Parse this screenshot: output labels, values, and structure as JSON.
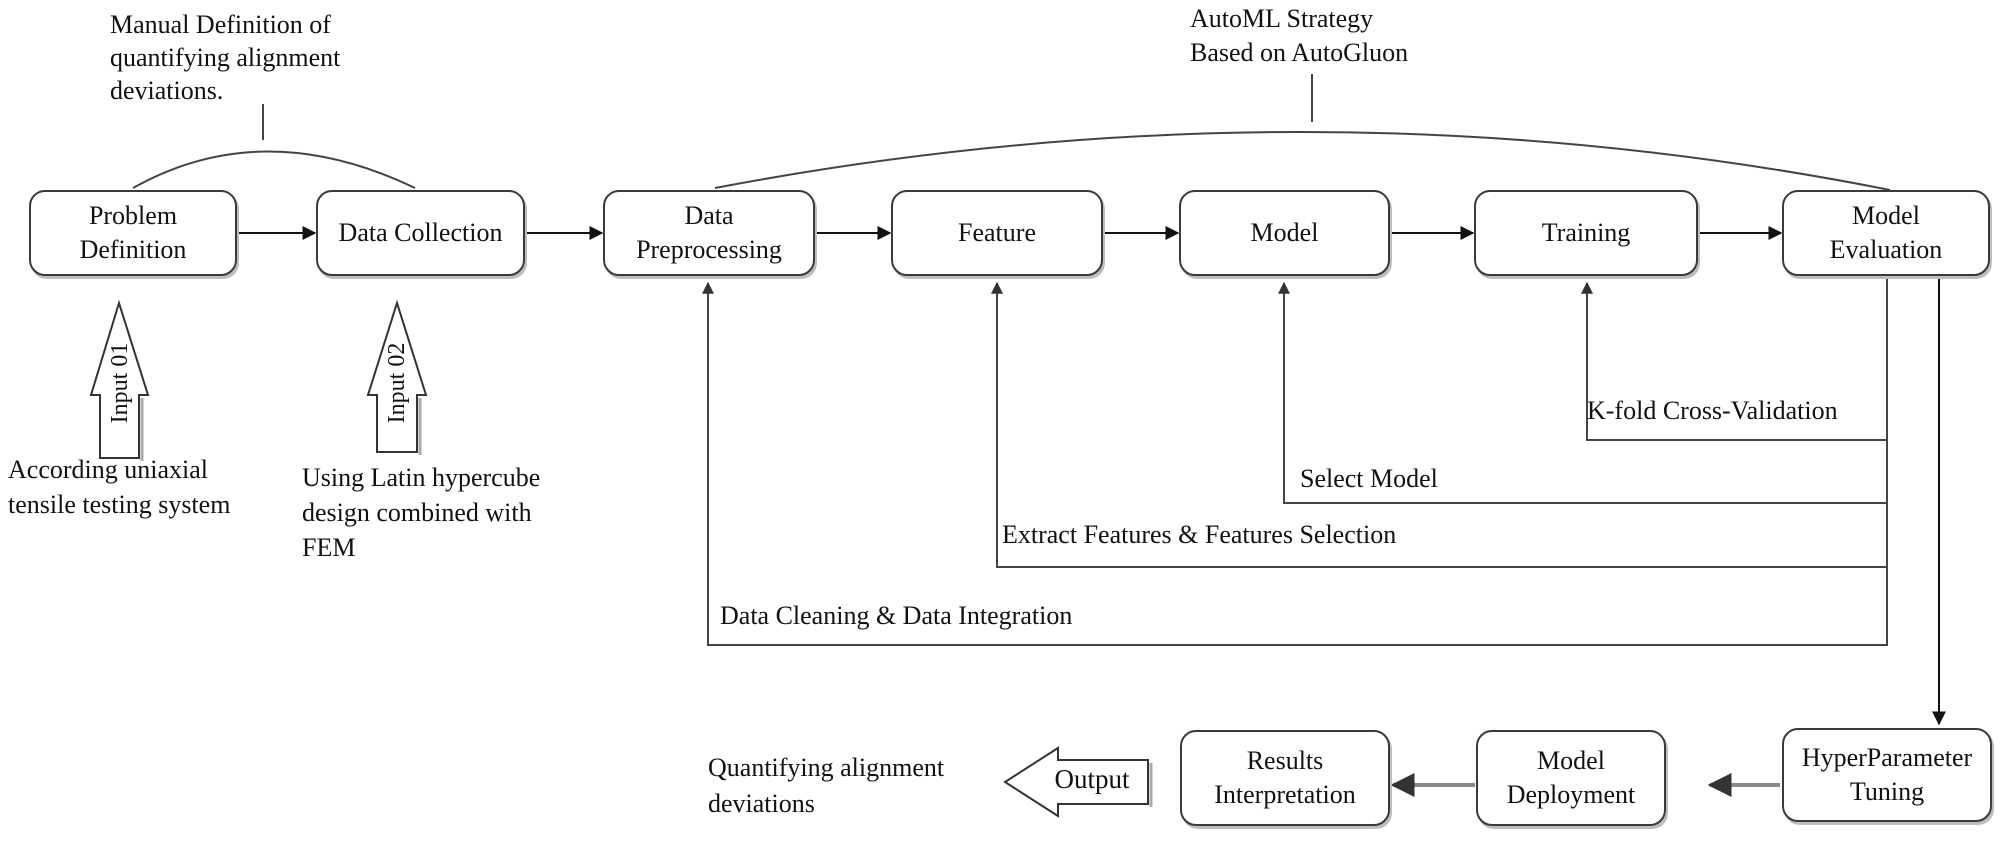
{
  "boxes": {
    "problem_definition": "Problem Definition",
    "data_collection": "Data Collection",
    "data_preprocessing": "Data Preprocessing",
    "feature": "Feature",
    "model": "Model",
    "training": "Training",
    "model_evaluation": "Model Evaluation",
    "hyperparameter_tuning": "HyperParameter Tuning",
    "model_deployment": "Model Deployment",
    "results_interpretation": "Results Interpretation"
  },
  "annotations": {
    "manual_definition": "Manual Definition of\nquantifying alignment\ndeviations.",
    "automl_strategy": "AutoML Strategy\nBased on AutoGluon",
    "input1_desc": "According uniaxial\ntensile testing system",
    "input2_desc": "Using Latin hypercube\ndesign combined with\nFEM",
    "output_desc": "Quantifying alignment\ndeviations"
  },
  "arrows": {
    "input1": "Input 01",
    "input2": "Input 02",
    "output": "Output"
  },
  "feedback": {
    "kfold": "K-fold Cross-Validation",
    "select_model": "Select Model",
    "extract_features": "Extract Features & Features Selection",
    "data_cleaning": "Data Cleaning & Data Integration"
  }
}
